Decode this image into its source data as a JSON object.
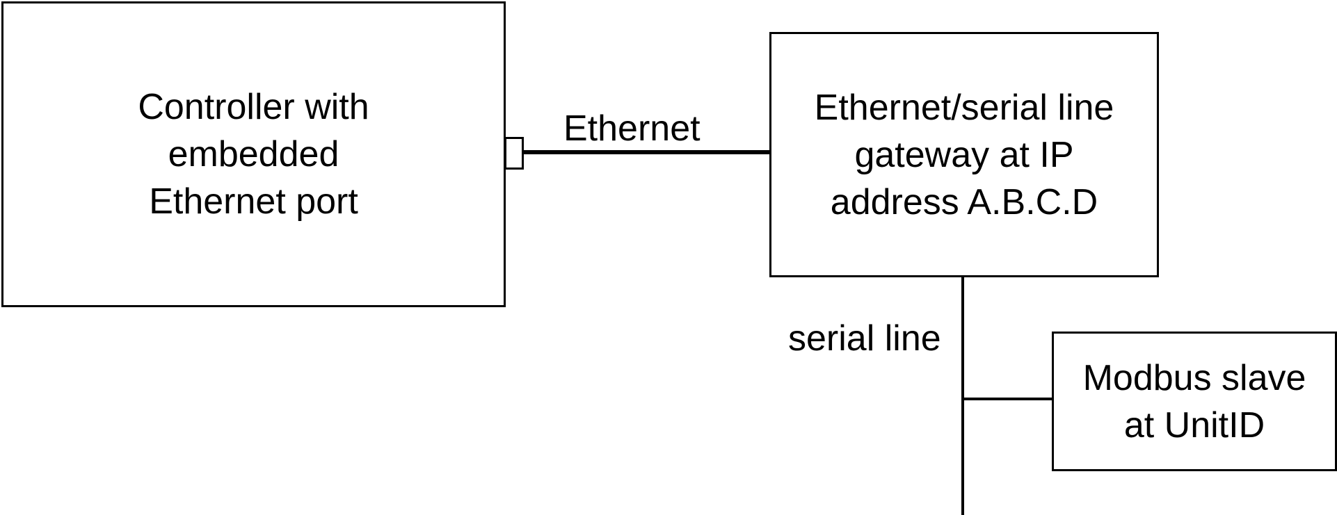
{
  "nodes": {
    "controller": {
      "label": "Controller with\nembedded\nEthernet port"
    },
    "gateway": {
      "label": "Ethernet/serial line\ngateway at IP\naddress A.B.C.D"
    },
    "slave": {
      "label": "Modbus slave\nat UnitID"
    }
  },
  "edges": {
    "ethernet": {
      "label": "Ethernet"
    },
    "serial": {
      "label": "serial line"
    }
  }
}
